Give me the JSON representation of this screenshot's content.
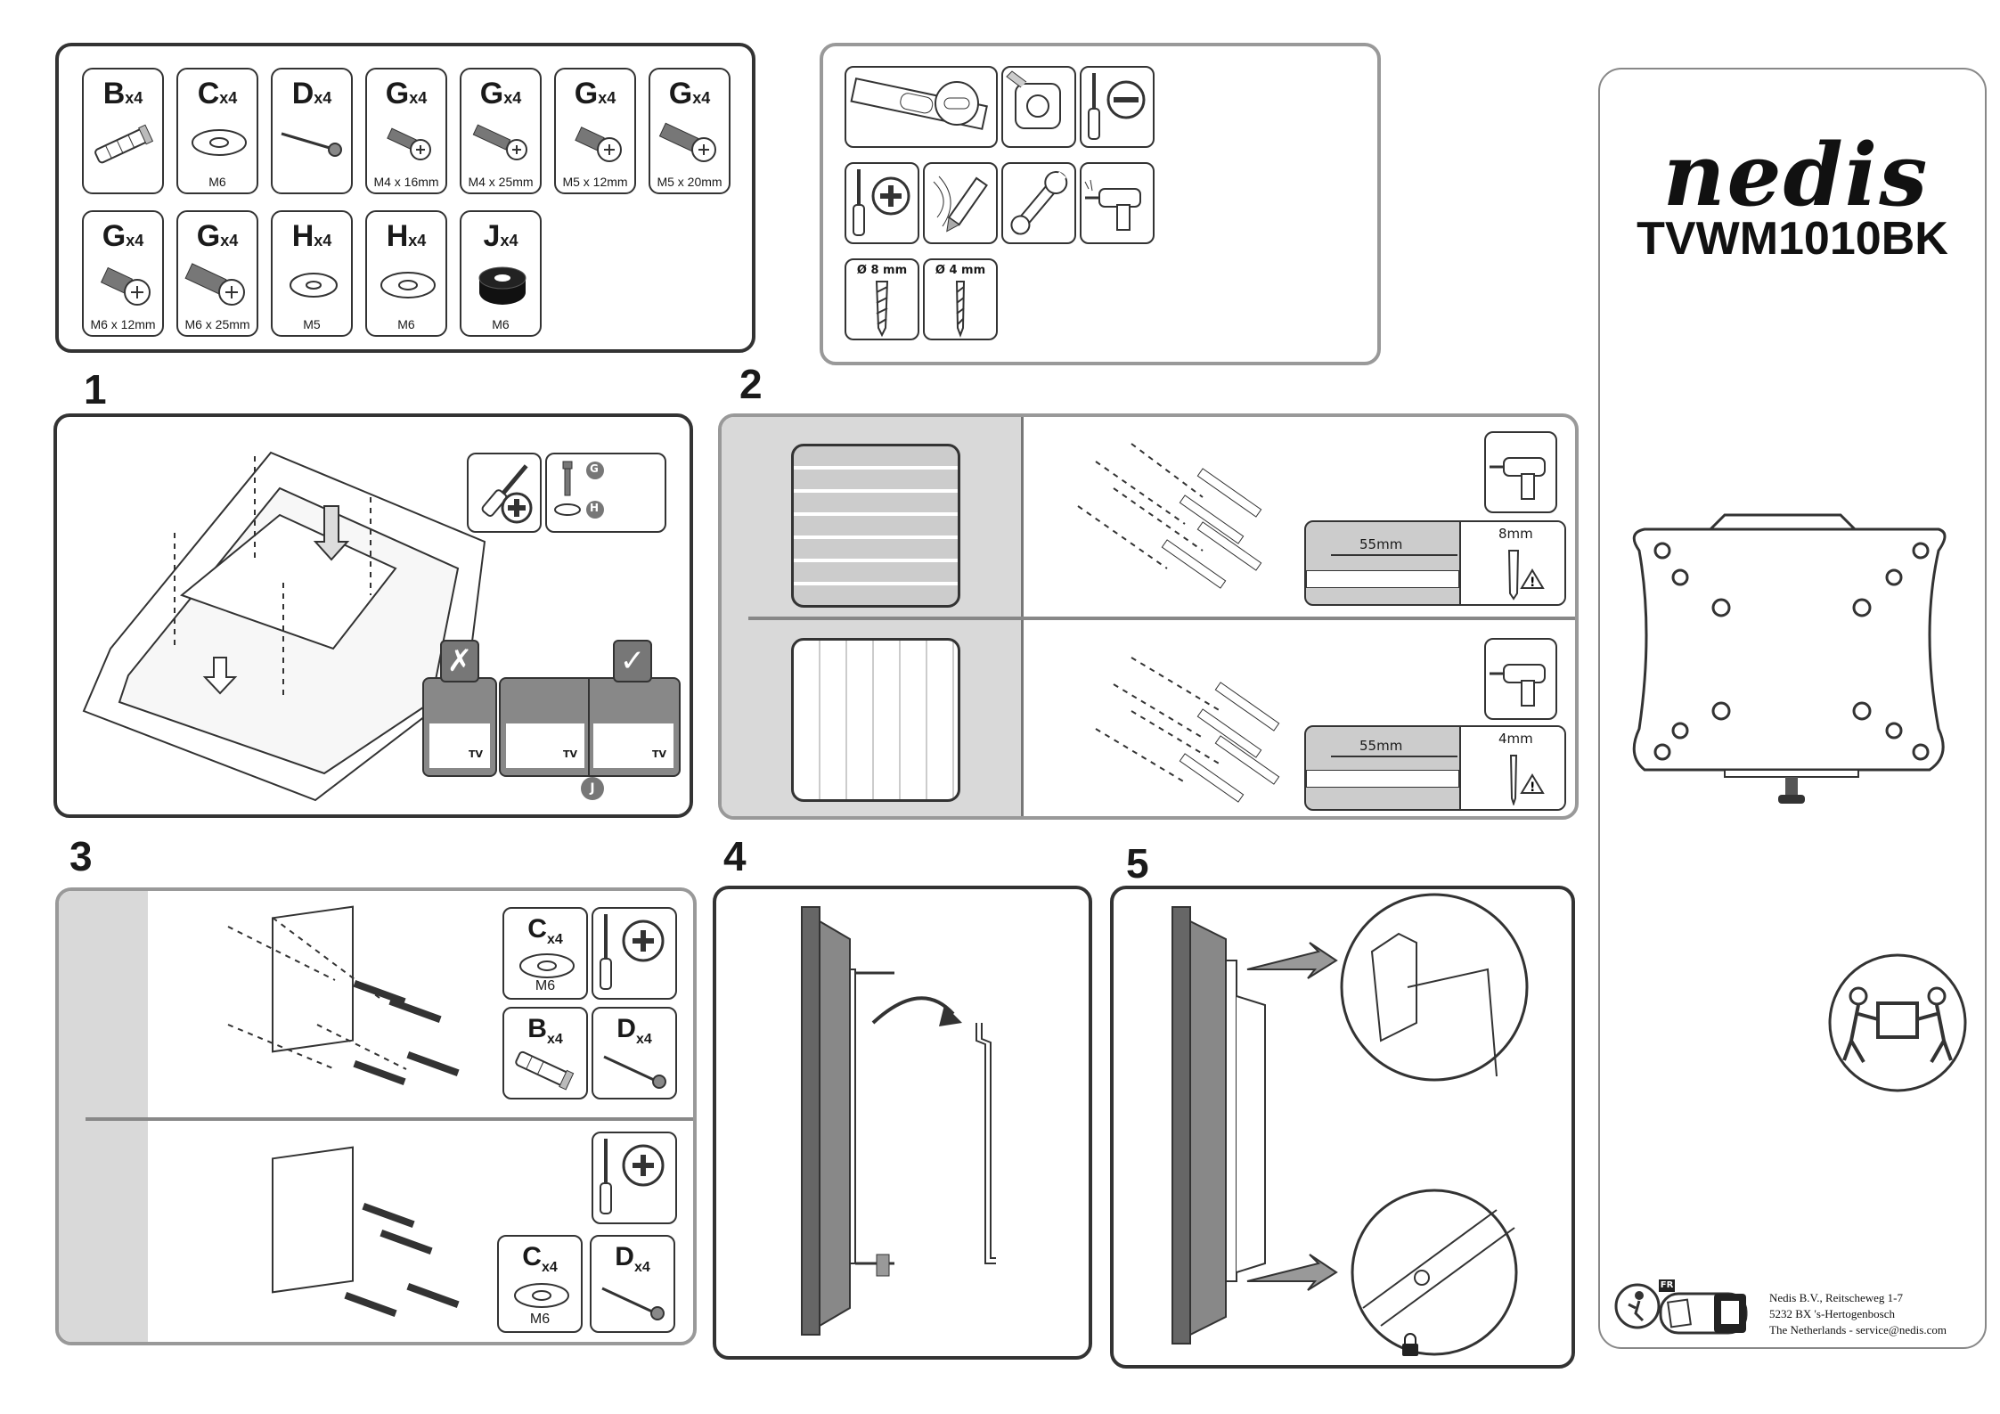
{
  "parts": [
    {
      "letter": "B",
      "qty": "x4",
      "size": ""
    },
    {
      "letter": "C",
      "qty": "x4",
      "size": "M6"
    },
    {
      "letter": "D",
      "qty": "x4",
      "size": ""
    },
    {
      "letter": "G",
      "qty": "x4",
      "size": "M4 x 16mm"
    },
    {
      "letter": "G",
      "qty": "x4",
      "size": "M4 x 25mm"
    },
    {
      "letter": "G",
      "qty": "x4",
      "size": "M5 x 12mm"
    },
    {
      "letter": "G",
      "qty": "x4",
      "size": "M5 x 20mm"
    },
    {
      "letter": "G",
      "qty": "x4",
      "size": "M6 x 12mm"
    },
    {
      "letter": "G",
      "qty": "x4",
      "size": "M6 x 25mm"
    },
    {
      "letter": "H",
      "qty": "x4",
      "size": "M5"
    },
    {
      "letter": "H",
      "qty": "x4",
      "size": "M6"
    },
    {
      "letter": "J",
      "qty": "x4",
      "size": "M6"
    }
  ],
  "tools": {
    "drill_bit_1": "Ø 8 mm",
    "drill_bit_2": "Ø 4 mm"
  },
  "steps": {
    "s1": "1",
    "s2": "2",
    "s3": "3",
    "s4": "4",
    "s5": "5"
  },
  "step1": {
    "label_g": "G",
    "label_h": "H",
    "label_j": "J",
    "tv": "TV"
  },
  "step2": {
    "depth_top": "55mm",
    "bit_top": "8mm",
    "depth_bottom": "55mm",
    "bit_bottom": "4mm"
  },
  "step3": {
    "top": {
      "c_letter": "C",
      "c_qty": "x4",
      "c_size": "M6",
      "b_letter": "B",
      "b_qty": "x4",
      "d_letter": "D",
      "d_qty": "x4"
    },
    "bottom": {
      "c_letter": "C",
      "c_qty": "x4",
      "c_size": "M6",
      "d_letter": "D",
      "d_qty": "x4"
    }
  },
  "brand": {
    "logo": "nedis",
    "model": "TVWM1010BK"
  },
  "footer": {
    "badge": "FR",
    "line1": "Nedis B.V., Reitscheweg 1-7",
    "line2": "5232 BX  's-Hertogenbosch",
    "line3": "The Netherlands - service@nedis.com"
  }
}
